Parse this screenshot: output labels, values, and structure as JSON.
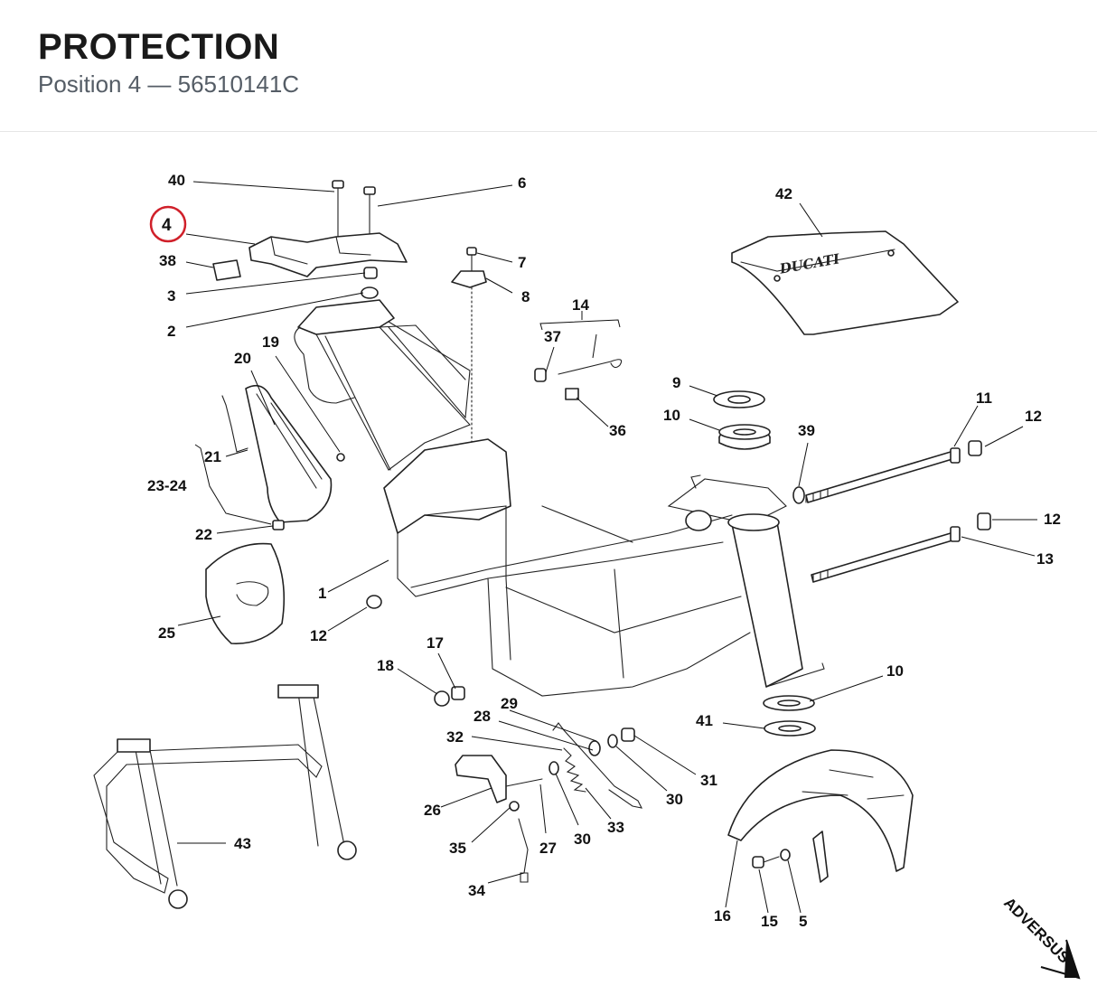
{
  "page": {
    "title": "PROTECTION",
    "subtitle": "Position 4 — 56510141C"
  },
  "diagram": {
    "highlighted_callout": "4",
    "accent_color": "#d0202a",
    "callouts": {
      "c1": "1",
      "c2": "2",
      "c3": "3",
      "c4": "4",
      "c5": "5",
      "c6": "6",
      "c7": "7",
      "c8": "8",
      "c9": "9",
      "c10a": "10",
      "c10b": "10",
      "c11": "11",
      "c12a": "12",
      "c12b": "12",
      "c12c": "12",
      "c13": "13",
      "c14": "14",
      "c15": "15",
      "c16": "16",
      "c17": "17",
      "c18": "18",
      "c19": "19",
      "c20": "20",
      "c21": "21",
      "c22": "22",
      "c2324": "23-24",
      "c25": "25",
      "c26": "26",
      "c27": "27",
      "c28": "28",
      "c29": "29",
      "c30a": "30",
      "c30b": "30",
      "c31": "31",
      "c32": "32",
      "c33": "33",
      "c34": "34",
      "c35": "35",
      "c36": "36",
      "c37": "37",
      "c38": "38",
      "c39": "39",
      "c40": "40",
      "c41": "41",
      "c42": "42",
      "c43": "43"
    },
    "cover_brand": "DUCATI",
    "watermark": "ADVERSUS"
  }
}
